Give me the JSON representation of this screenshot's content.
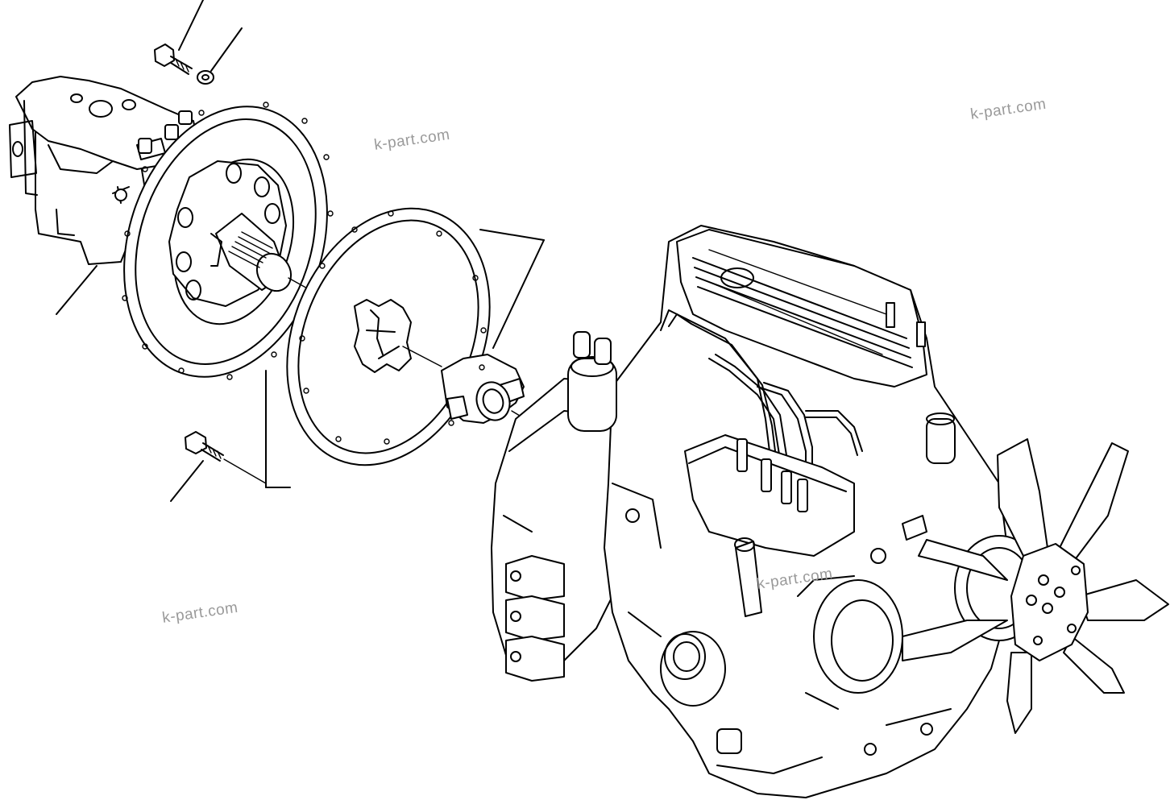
{
  "watermarks": [
    "k-part.com",
    "k-part.com",
    "k-part.com",
    "k-part.com"
  ],
  "icons": {
    "hydraulic_pump": "hydraulic-pump-icon",
    "pump_housing_plate": "pump-housing-plate-icon",
    "flywheel": "flywheel-icon",
    "coupling": "coupling-icon",
    "engine": "engine-icon",
    "fan": "fan-icon",
    "bolt": "bolt-icon",
    "washer": "washer-icon"
  },
  "colors": {
    "line": "#000000",
    "background": "#ffffff",
    "watermark": "#9a9a9a"
  }
}
